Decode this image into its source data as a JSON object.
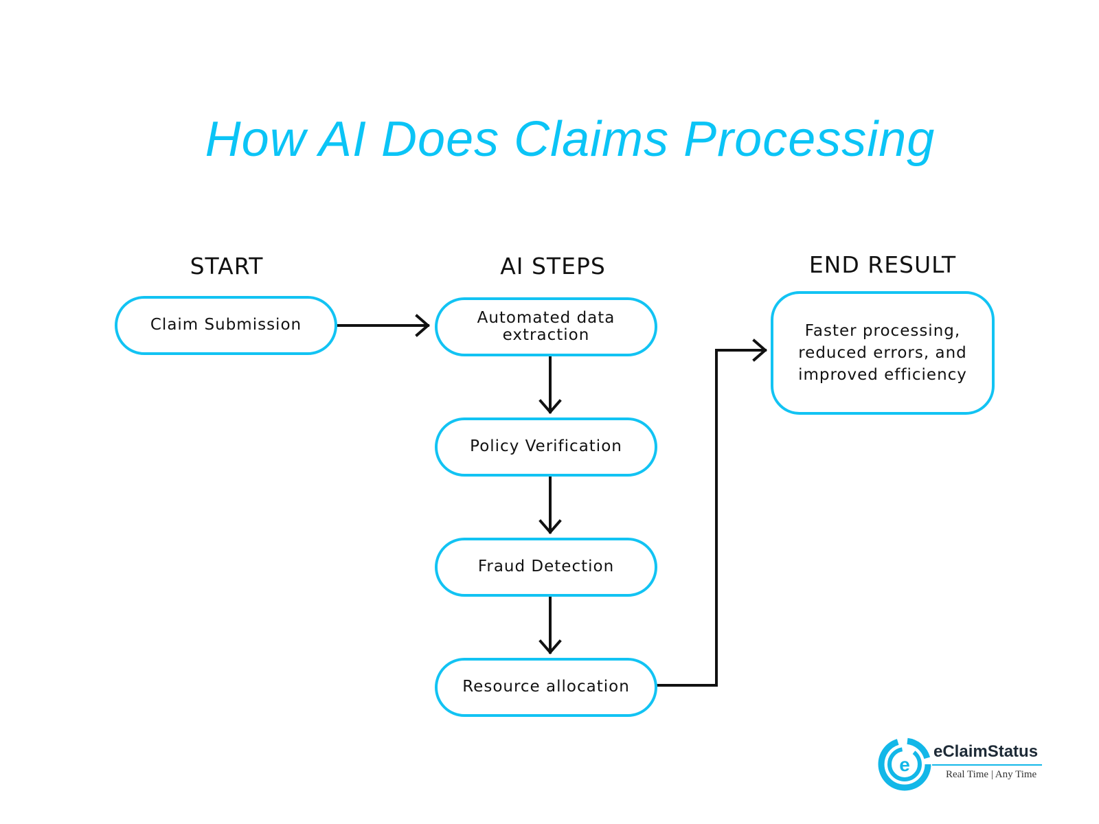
{
  "title": "How AI Does Claims Processing",
  "columns": {
    "start": "START",
    "ai_steps": "AI STEPS",
    "end_result": "END RESULT"
  },
  "nodes": {
    "claim_submission": "Claim Submission",
    "automated_extraction": "Automated data extraction",
    "policy_verification": "Policy Verification",
    "fraud_detection": "Fraud Detection",
    "resource_allocation": "Resource allocation",
    "end_result": "Faster processing, reduced errors, and improved efficiency"
  },
  "edges": [
    {
      "from": "claim_submission",
      "to": "automated_extraction"
    },
    {
      "from": "automated_extraction",
      "to": "policy_verification"
    },
    {
      "from": "policy_verification",
      "to": "fraud_detection"
    },
    {
      "from": "fraud_detection",
      "to": "resource_allocation"
    },
    {
      "from": "resource_allocation",
      "to": "end_result"
    }
  ],
  "logo": {
    "name": "eClaimStatus",
    "tagline": "Real Time | Any Time",
    "icon": "eclaimstatus-logo-icon"
  },
  "colors": {
    "accent": "#0bc4f6",
    "node_border": "#12c3f3",
    "arrow": "#111111"
  }
}
